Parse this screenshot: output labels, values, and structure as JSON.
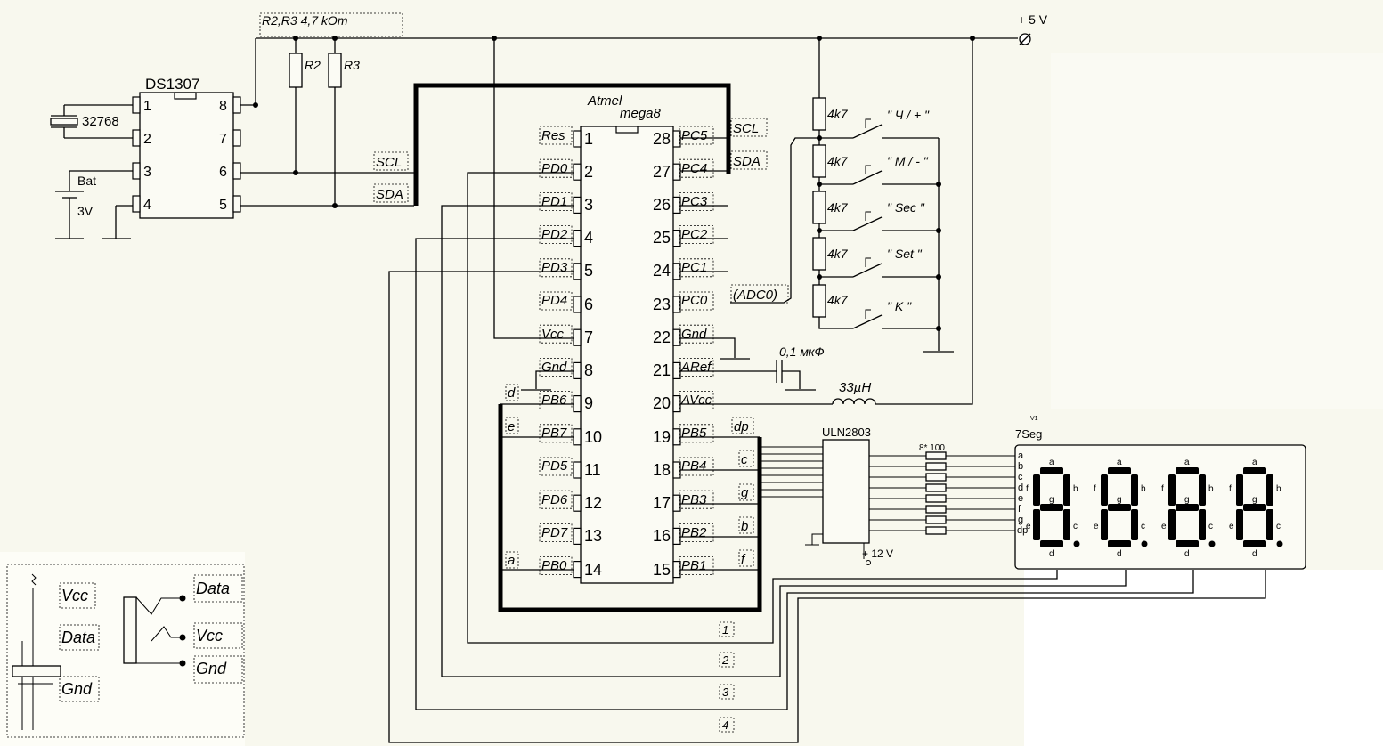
{
  "power": {
    "vplus": "+ 5 V",
    "v12": "+ 12 V"
  },
  "ds1307": {
    "name": "DS1307",
    "left_pins": [
      "1",
      "2",
      "3",
      "4"
    ],
    "right_pins": [
      "8",
      "7",
      "6",
      "5"
    ]
  },
  "crystal": "32768",
  "battery": {
    "label": "Bat",
    "voltage": "3V"
  },
  "pullups": {
    "header": "R2,R3   4,7 kOm",
    "r2": "R2",
    "r3": "R3"
  },
  "bus_labels": {
    "scl_left": "SCL",
    "sda_left": "SDA",
    "scl_right": "SCL",
    "sda_right": "SDA"
  },
  "mcu": {
    "vendor": "Atmel",
    "name": "mega8",
    "left_pins": [
      {
        "n": "1",
        "sig": "Res"
      },
      {
        "n": "2",
        "sig": "PD0"
      },
      {
        "n": "3",
        "sig": "PD1"
      },
      {
        "n": "4",
        "sig": "PD2"
      },
      {
        "n": "5",
        "sig": "PD3"
      },
      {
        "n": "6",
        "sig": "PD4"
      },
      {
        "n": "7",
        "sig": "Vcc"
      },
      {
        "n": "8",
        "sig": "Gnd"
      },
      {
        "n": "9",
        "sig": "PB6"
      },
      {
        "n": "10",
        "sig": "PB7"
      },
      {
        "n": "11",
        "sig": "PD5"
      },
      {
        "n": "12",
        "sig": "PD6"
      },
      {
        "n": "13",
        "sig": "PD7"
      },
      {
        "n": "14",
        "sig": "PB0"
      }
    ],
    "right_pins": [
      {
        "n": "28",
        "sig": "PC5"
      },
      {
        "n": "27",
        "sig": "PC4"
      },
      {
        "n": "26",
        "sig": "PC3"
      },
      {
        "n": "25",
        "sig": "PC2"
      },
      {
        "n": "24",
        "sig": "PC1"
      },
      {
        "n": "23",
        "sig": "PC0"
      },
      {
        "n": "22",
        "sig": "Gnd"
      },
      {
        "n": "21",
        "sig": "ARef"
      },
      {
        "n": "20",
        "sig": "AVcc"
      },
      {
        "n": "19",
        "sig": "PB5"
      },
      {
        "n": "18",
        "sig": "PB4"
      },
      {
        "n": "17",
        "sig": "PB3"
      },
      {
        "n": "16",
        "sig": "PB2"
      },
      {
        "n": "15",
        "sig": "PB1"
      }
    ]
  },
  "adc_label": "(ADC0)",
  "seg_tags_left": [
    "d",
    "e",
    "a"
  ],
  "seg_tags_right": [
    "dp",
    "c",
    "g",
    "b",
    "f"
  ],
  "cap_label": "0,1 мкФ",
  "inductor_label": "33µH",
  "buttons": {
    "resistor": "4k7",
    "names": [
      "\" Ч / + \"",
      "\" М / - \"",
      "\" Sec \"",
      "\" Set \"",
      "\" K \""
    ]
  },
  "uln": {
    "name": "ULN2803"
  },
  "res_array": "8* 100",
  "display": {
    "name": "7Seg",
    "small": "V1",
    "pin_labels": [
      "a",
      "b",
      "c",
      "d",
      "e",
      "f",
      "g",
      "dp"
    ],
    "seg": {
      "a": "a",
      "b": "b",
      "c": "c",
      "d": "d",
      "e": "e",
      "f": "f",
      "g": "g"
    }
  },
  "digit_numbers": [
    "1",
    "2",
    "3",
    "4"
  ],
  "connector": {
    "left": [
      "Vcc",
      "Data",
      "Gnd"
    ],
    "right": [
      "Data",
      "Vcc",
      "Gnd"
    ]
  }
}
